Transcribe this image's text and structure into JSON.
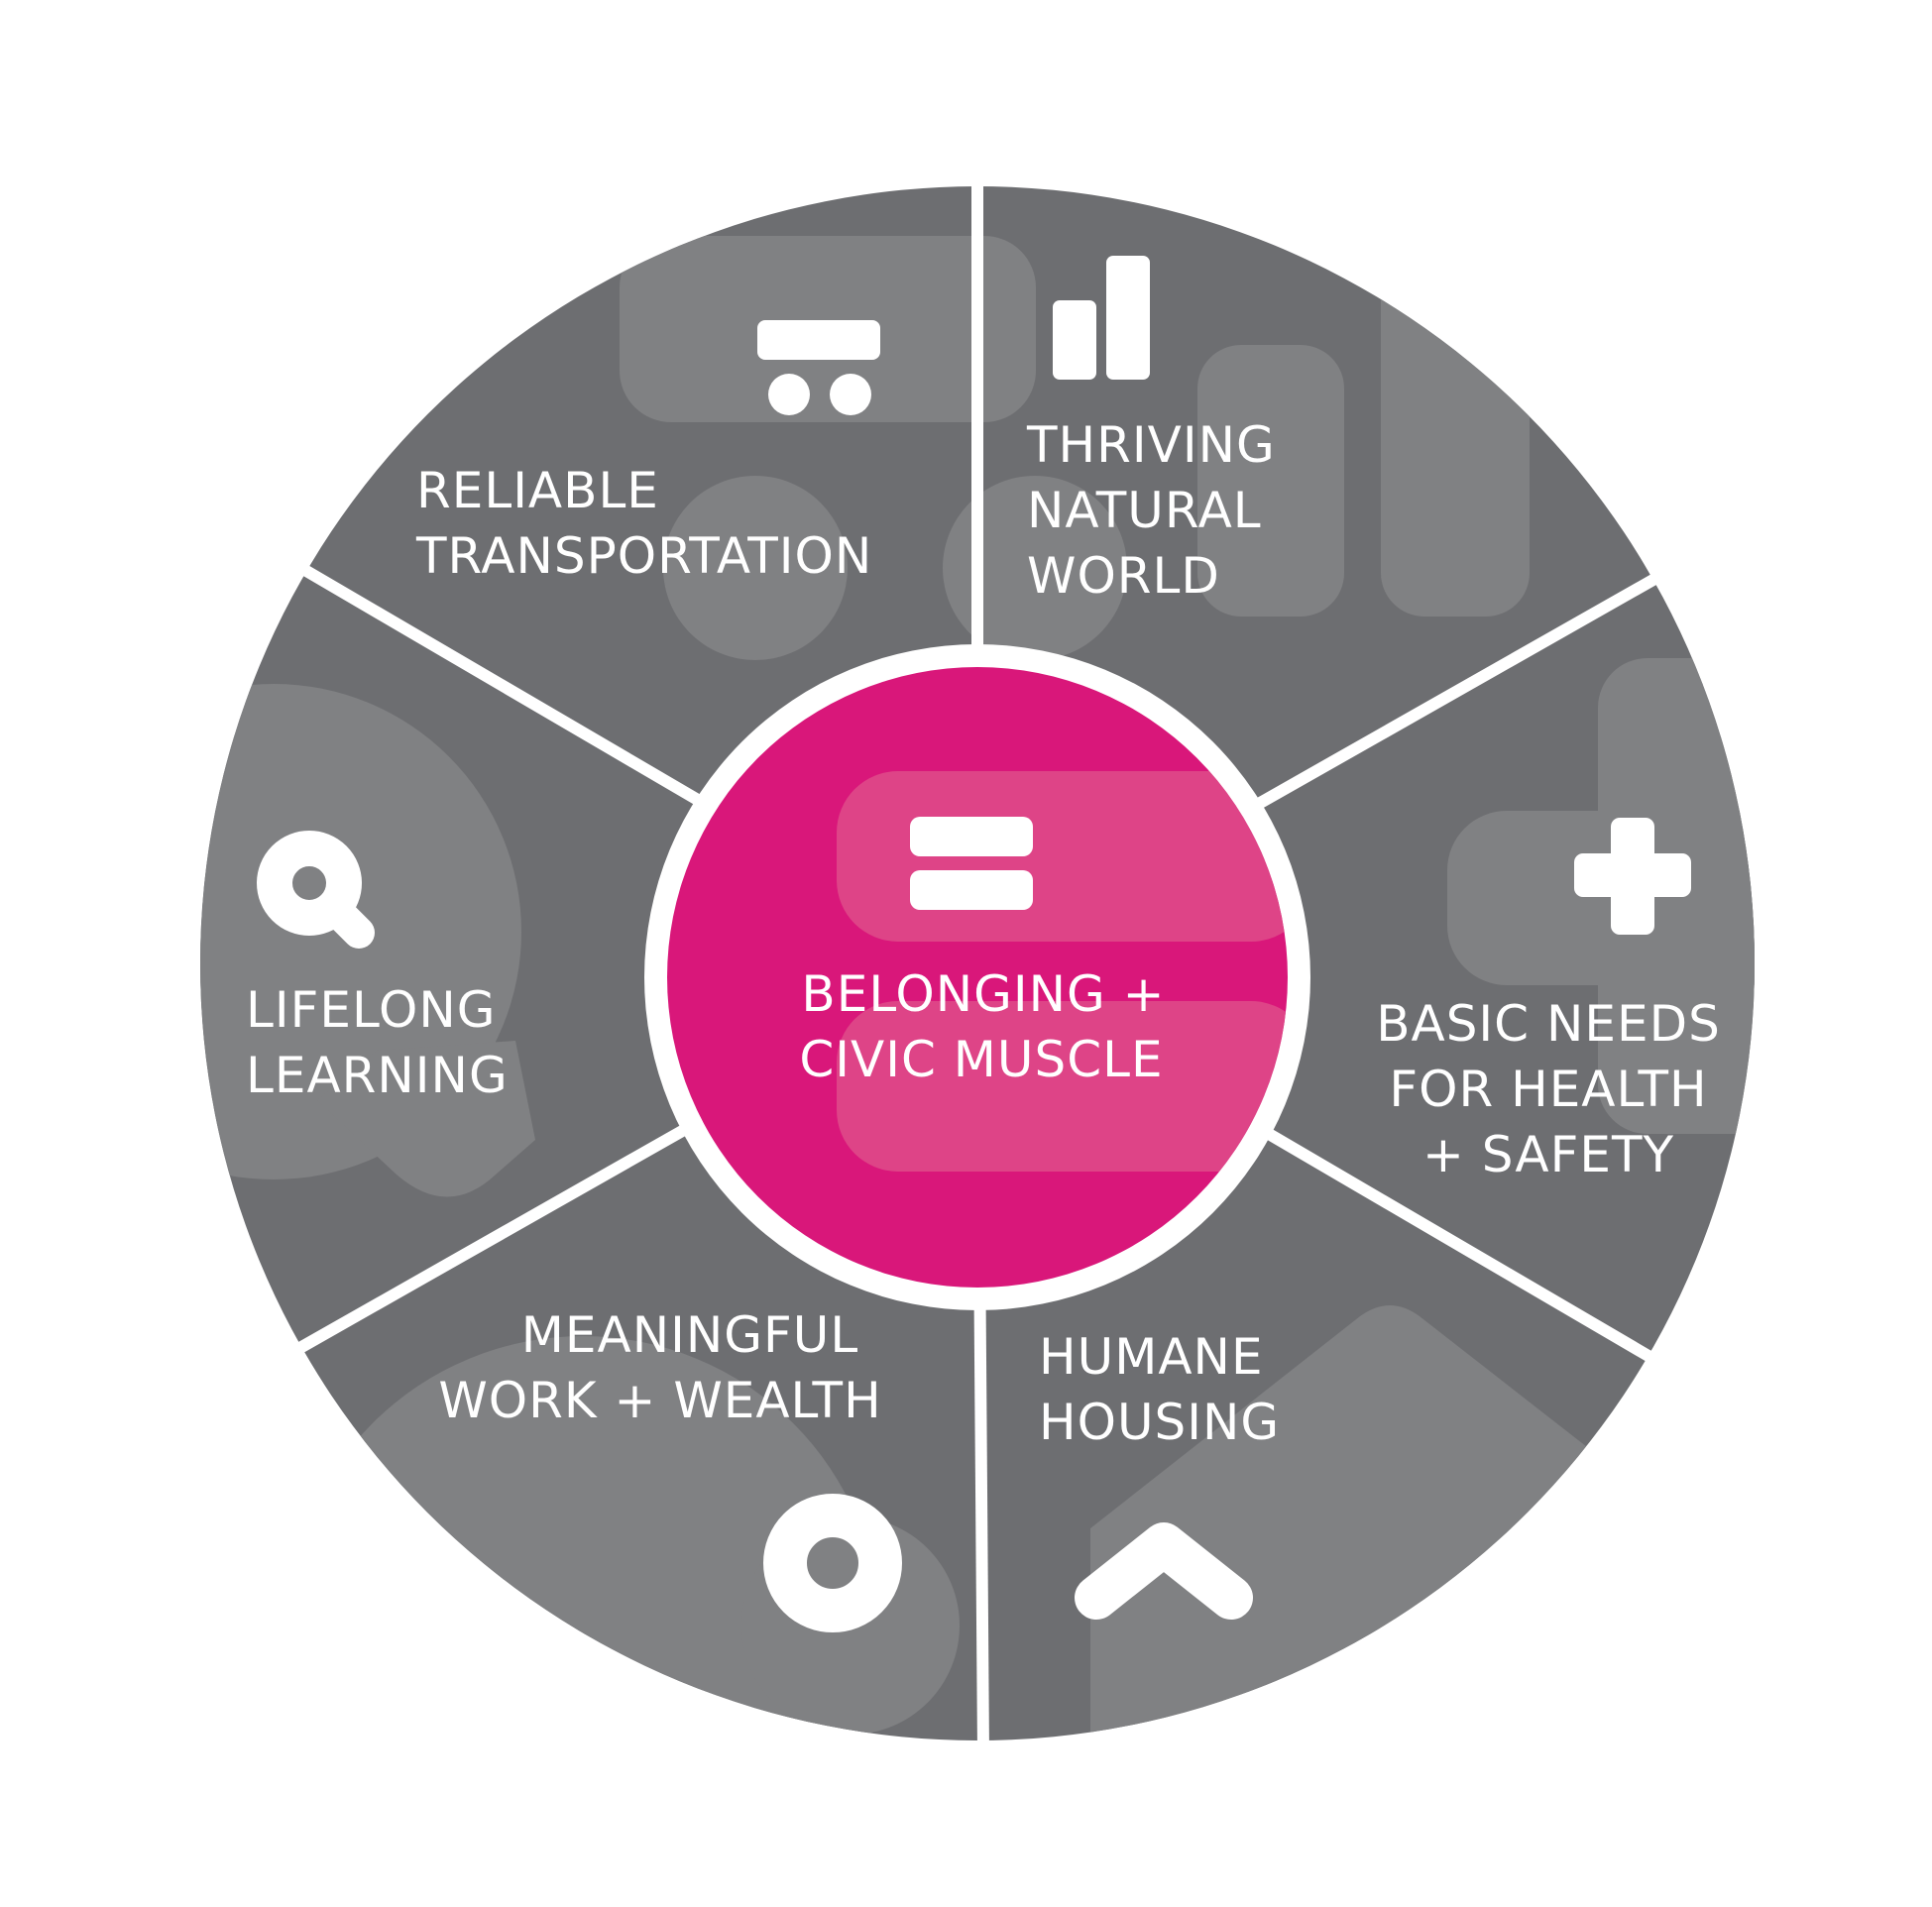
{
  "colors": {
    "segment": "#6d6e71",
    "shape": "#808183",
    "divider": "#ffffff",
    "center": "#d9177a",
    "center_shape": "#de4487",
    "icon": "#ffffff",
    "text": "#ffffff"
  },
  "center": {
    "line1": "BELONGING +",
    "line2": "CIVIC MUSCLE",
    "icon": "equals-icon"
  },
  "segments": [
    {
      "id": "transportation",
      "line1": "RELIABLE",
      "line2": "TRANSPORTATION",
      "icon": "cart-icon"
    },
    {
      "id": "natural-world",
      "line1": "THRIVING",
      "line2": "NATURAL",
      "line3": "WORLD",
      "icon": "bar-chart-icon"
    },
    {
      "id": "basic-needs",
      "line1": "BASIC NEEDS",
      "line2": "FOR HEALTH",
      "line3": "+ SAFETY",
      "icon": "plus-icon"
    },
    {
      "id": "housing",
      "line1": "HUMANE",
      "line2": "HOUSING",
      "icon": "chevron-up-icon"
    },
    {
      "id": "work-wealth",
      "line1": "MEANINGFUL",
      "line2": "WORK + WEALTH",
      "icon": "ring-icon"
    },
    {
      "id": "learning",
      "line1": "LIFELONG",
      "line2": "LEARNING",
      "icon": "magnifier-icon"
    }
  ]
}
